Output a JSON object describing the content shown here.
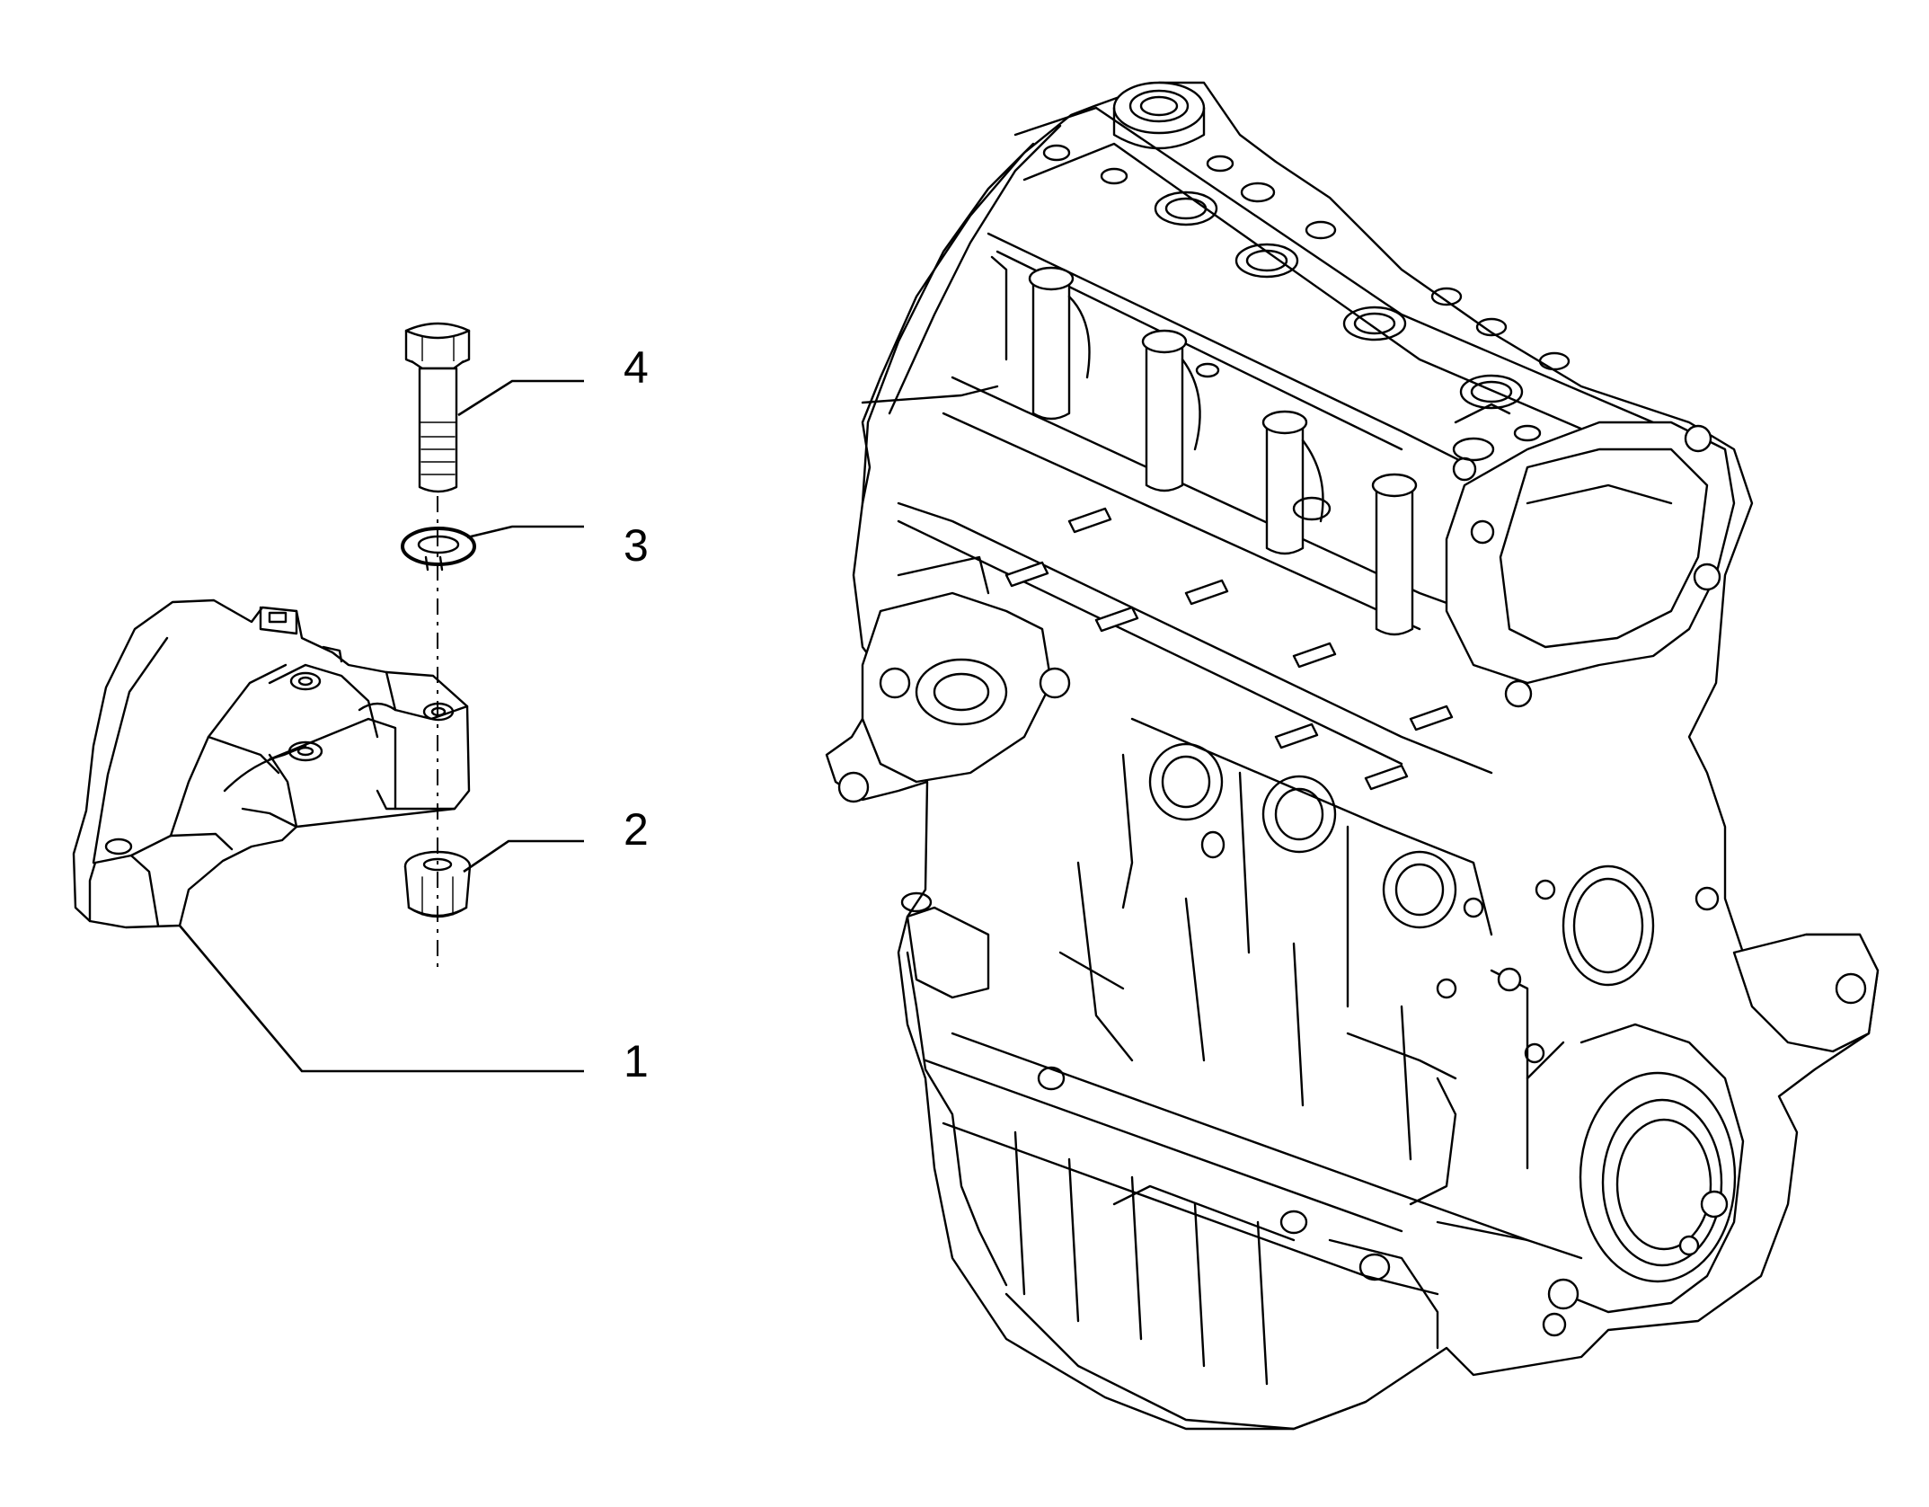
{
  "diagram": {
    "callouts": [
      {
        "id": "1",
        "label": "1",
        "part": "engine-mount-bracket"
      },
      {
        "id": "2",
        "label": "2",
        "part": "flange-nut"
      },
      {
        "id": "3",
        "label": "3",
        "part": "split-lock-washer"
      },
      {
        "id": "4",
        "label": "4",
        "part": "hex-bolt"
      }
    ]
  }
}
